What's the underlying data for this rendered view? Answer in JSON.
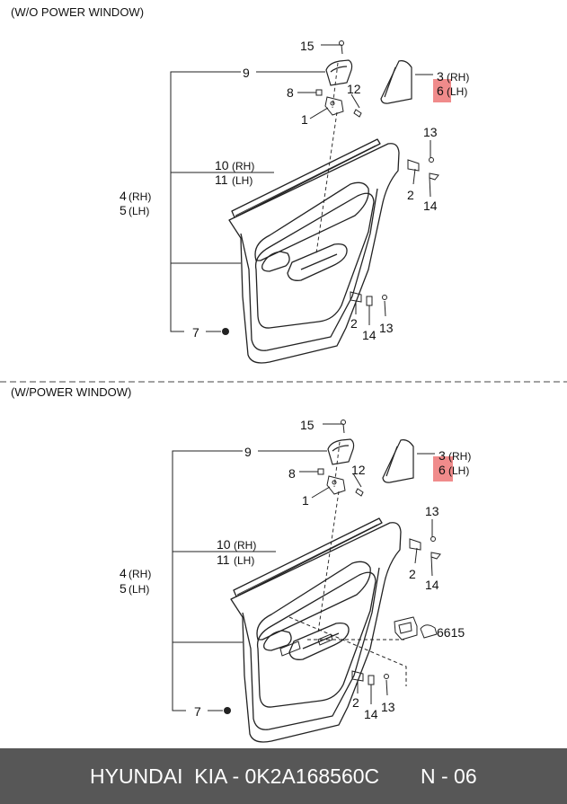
{
  "sections": [
    {
      "title": "(W/O POWER WINDOW)",
      "labels": {
        "p15": "15",
        "p9": "9",
        "p8": "8",
        "p12": "12",
        "p1": "1",
        "p3": "3",
        "p3rh": "(RH)",
        "p6": "6",
        "p6lh": "(LH)",
        "p13a": "13",
        "p2a": "2",
        "p14a": "14",
        "p10": "10",
        "p10rh": "(RH)",
        "p11": "11",
        "p11lh": "(LH)",
        "p4": "4",
        "p4rh": "(RH)",
        "p5": "5",
        "p5lh": "(LH)",
        "p2b": "2",
        "p14b": "14",
        "p13b": "13",
        "p7": "7"
      }
    },
    {
      "title": "(W/POWER WINDOW)",
      "labels": {
        "p15": "15",
        "p9": "9",
        "p8": "8",
        "p12": "12",
        "p1": "1",
        "p3": "3",
        "p3rh": "(RH)",
        "p6": "6",
        "p6lh": "(LH)",
        "p13a": "13",
        "p2a": "2",
        "p14a": "14",
        "p10": "10",
        "p10rh": "(RH)",
        "p11": "11",
        "p11lh": "(LH)",
        "p4": "4",
        "p4rh": "(RH)",
        "p5": "5",
        "p5lh": "(LH)",
        "p2b": "2",
        "p14b": "14",
        "p13b": "13",
        "p7": "7",
        "p6615": "6615"
      }
    }
  ],
  "footer": {
    "brand": "HYUNDAI  KIA - 0K2A168560C",
    "page": "N - 06"
  },
  "colors": {
    "highlight": "#f08b8b",
    "footer_bg": "#575757"
  }
}
